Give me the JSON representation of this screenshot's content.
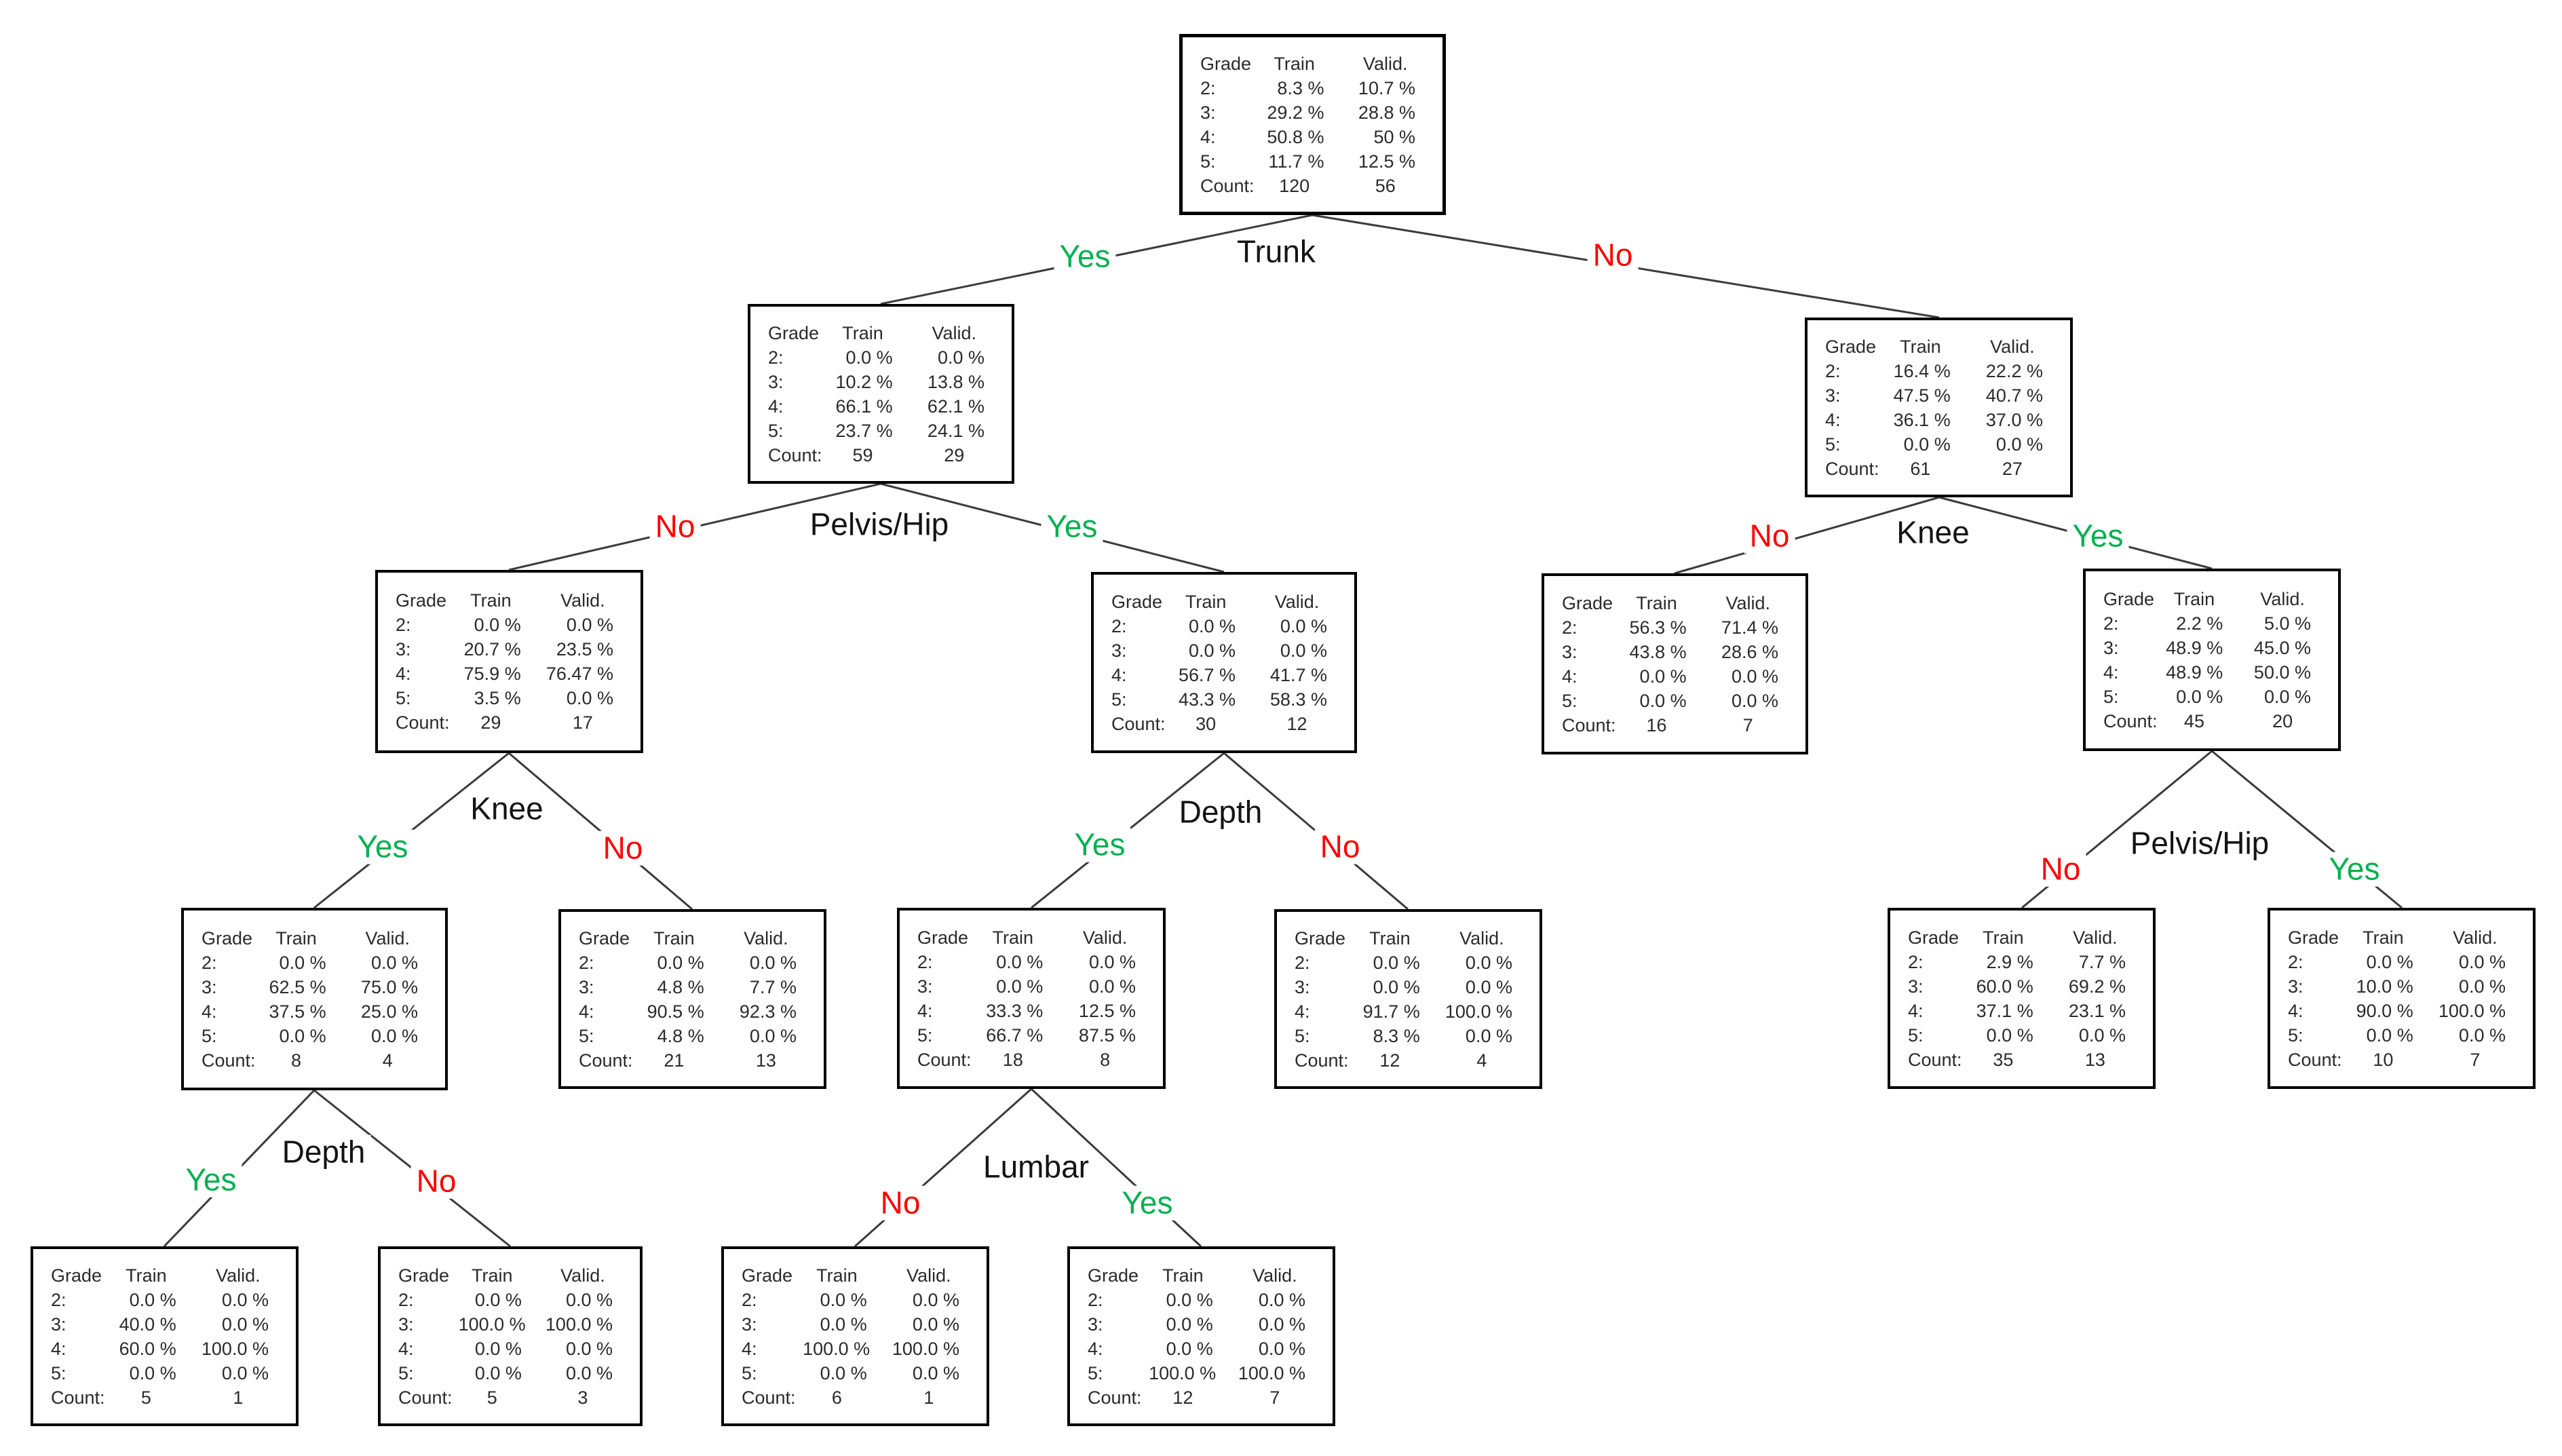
{
  "colors": {
    "yes_green": "#00B050",
    "no_red": "#FF0000",
    "edge": "#3b3b3b",
    "node_border": "#000000"
  },
  "branch_labels": {
    "yes": "Yes",
    "no": "No"
  },
  "splits": {
    "root": "Trunk",
    "trunk_yes": "Pelvis/Hip",
    "trunk_no": "Knee",
    "pelvis_no": "Knee",
    "pelvis_yes": "Depth",
    "knee_yes": "Pelvis/Hip",
    "knee2_yes": "Depth",
    "depth_yes": "Lumbar"
  },
  "table": {
    "columns": [
      "Grade",
      "Train",
      "Valid."
    ],
    "grade_labels": [
      "2:",
      "3:",
      "4:",
      "5:"
    ],
    "count_label": "Count:"
  },
  "nodes": {
    "root": {
      "train": [
        "8.3 %",
        "29.2 %",
        "50.8 %",
        "11.7 %"
      ],
      "valid": [
        "10.7 %",
        "28.8 %",
        "50 %",
        "12.5 %"
      ],
      "count_train": "120",
      "count_valid": "56"
    },
    "trunk_yes": {
      "train": [
        "0.0 %",
        "10.2 %",
        "66.1 %",
        "23.7 %"
      ],
      "valid": [
        "0.0 %",
        "13.8 %",
        "62.1 %",
        "24.1 %"
      ],
      "count_train": "59",
      "count_valid": "29"
    },
    "trunk_no": {
      "train": [
        "16.4 %",
        "47.5 %",
        "36.1 %",
        "0.0 %"
      ],
      "valid": [
        "22.2 %",
        "40.7 %",
        "37.0 %",
        "0.0 %"
      ],
      "count_train": "61",
      "count_valid": "27"
    },
    "pelvis_no": {
      "train": [
        "0.0 %",
        "20.7 %",
        "75.9 %",
        "3.5 %"
      ],
      "valid": [
        "0.0 %",
        "23.5 %",
        "76.47 %",
        "0.0 %"
      ],
      "count_train": "29",
      "count_valid": "17"
    },
    "pelvis_yes": {
      "train": [
        "0.0 %",
        "0.0 %",
        "56.7 %",
        "43.3 %"
      ],
      "valid": [
        "0.0 %",
        "0.0 %",
        "41.7 %",
        "58.3 %"
      ],
      "count_train": "30",
      "count_valid": "12"
    },
    "knee_no": {
      "train": [
        "56.3 %",
        "43.8 %",
        "0.0 %",
        "0.0 %"
      ],
      "valid": [
        "71.4 %",
        "28.6 %",
        "0.0 %",
        "0.0 %"
      ],
      "count_train": "16",
      "count_valid": "7"
    },
    "knee_yes": {
      "train": [
        "2.2 %",
        "48.9 %",
        "48.9 %",
        "0.0 %"
      ],
      "valid": [
        "5.0 %",
        "45.0 %",
        "50.0 %",
        "0.0 %"
      ],
      "count_train": "45",
      "count_valid": "20"
    },
    "knee2_yes": {
      "train": [
        "0.0 %",
        "62.5 %",
        "37.5 %",
        "0.0 %"
      ],
      "valid": [
        "0.0 %",
        "75.0 %",
        "25.0 %",
        "0.0 %"
      ],
      "count_train": "8",
      "count_valid": "4"
    },
    "knee2_no": {
      "train": [
        "0.0 %",
        "4.8 %",
        "90.5 %",
        "4.8 %"
      ],
      "valid": [
        "0.0 %",
        "7.7 %",
        "92.3 %",
        "0.0 %"
      ],
      "count_train": "21",
      "count_valid": "13"
    },
    "depth_yes": {
      "train": [
        "0.0 %",
        "0.0 %",
        "33.3 %",
        "66.7 %"
      ],
      "valid": [
        "0.0 %",
        "0.0 %",
        "12.5 %",
        "87.5 %"
      ],
      "count_train": "18",
      "count_valid": "8"
    },
    "depth_no": {
      "train": [
        "0.0 %",
        "0.0 %",
        "91.7 %",
        "8.3 %"
      ],
      "valid": [
        "0.0 %",
        "0.0 %",
        "100.0 %",
        "0.0 %"
      ],
      "count_train": "12",
      "count_valid": "4"
    },
    "pelvis2_no": {
      "train": [
        "2.9 %",
        "60.0 %",
        "37.1 %",
        "0.0 %"
      ],
      "valid": [
        "7.7 %",
        "69.2 %",
        "23.1 %",
        "0.0 %"
      ],
      "count_train": "35",
      "count_valid": "13"
    },
    "pelvis2_yes": {
      "train": [
        "0.0 %",
        "10.0 %",
        "90.0 %",
        "0.0 %"
      ],
      "valid": [
        "0.0 %",
        "0.0 %",
        "100.0 %",
        "0.0 %"
      ],
      "count_train": "10",
      "count_valid": "7"
    },
    "depth2_yes": {
      "train": [
        "0.0 %",
        "40.0 %",
        "60.0 %",
        "0.0 %"
      ],
      "valid": [
        "0.0 %",
        "0.0 %",
        "100.0 %",
        "0.0 %"
      ],
      "count_train": "5",
      "count_valid": "1"
    },
    "depth2_no": {
      "train": [
        "0.0 %",
        "100.0 %",
        "0.0 %",
        "0.0 %"
      ],
      "valid": [
        "0.0 %",
        "100.0 %",
        "0.0 %",
        "0.0 %"
      ],
      "count_train": "5",
      "count_valid": "3"
    },
    "lumbar_no": {
      "train": [
        "0.0 %",
        "0.0 %",
        "100.0 %",
        "0.0 %"
      ],
      "valid": [
        "0.0 %",
        "0.0 %",
        "100.0 %",
        "0.0 %"
      ],
      "count_train": "6",
      "count_valid": "1"
    },
    "lumbar_yes": {
      "train": [
        "0.0 %",
        "0.0 %",
        "0.0 %",
        "100.0 %"
      ],
      "valid": [
        "0.0 %",
        "0.0 %",
        "0.0 %",
        "100.0 %"
      ],
      "count_train": "12",
      "count_valid": "7"
    }
  }
}
